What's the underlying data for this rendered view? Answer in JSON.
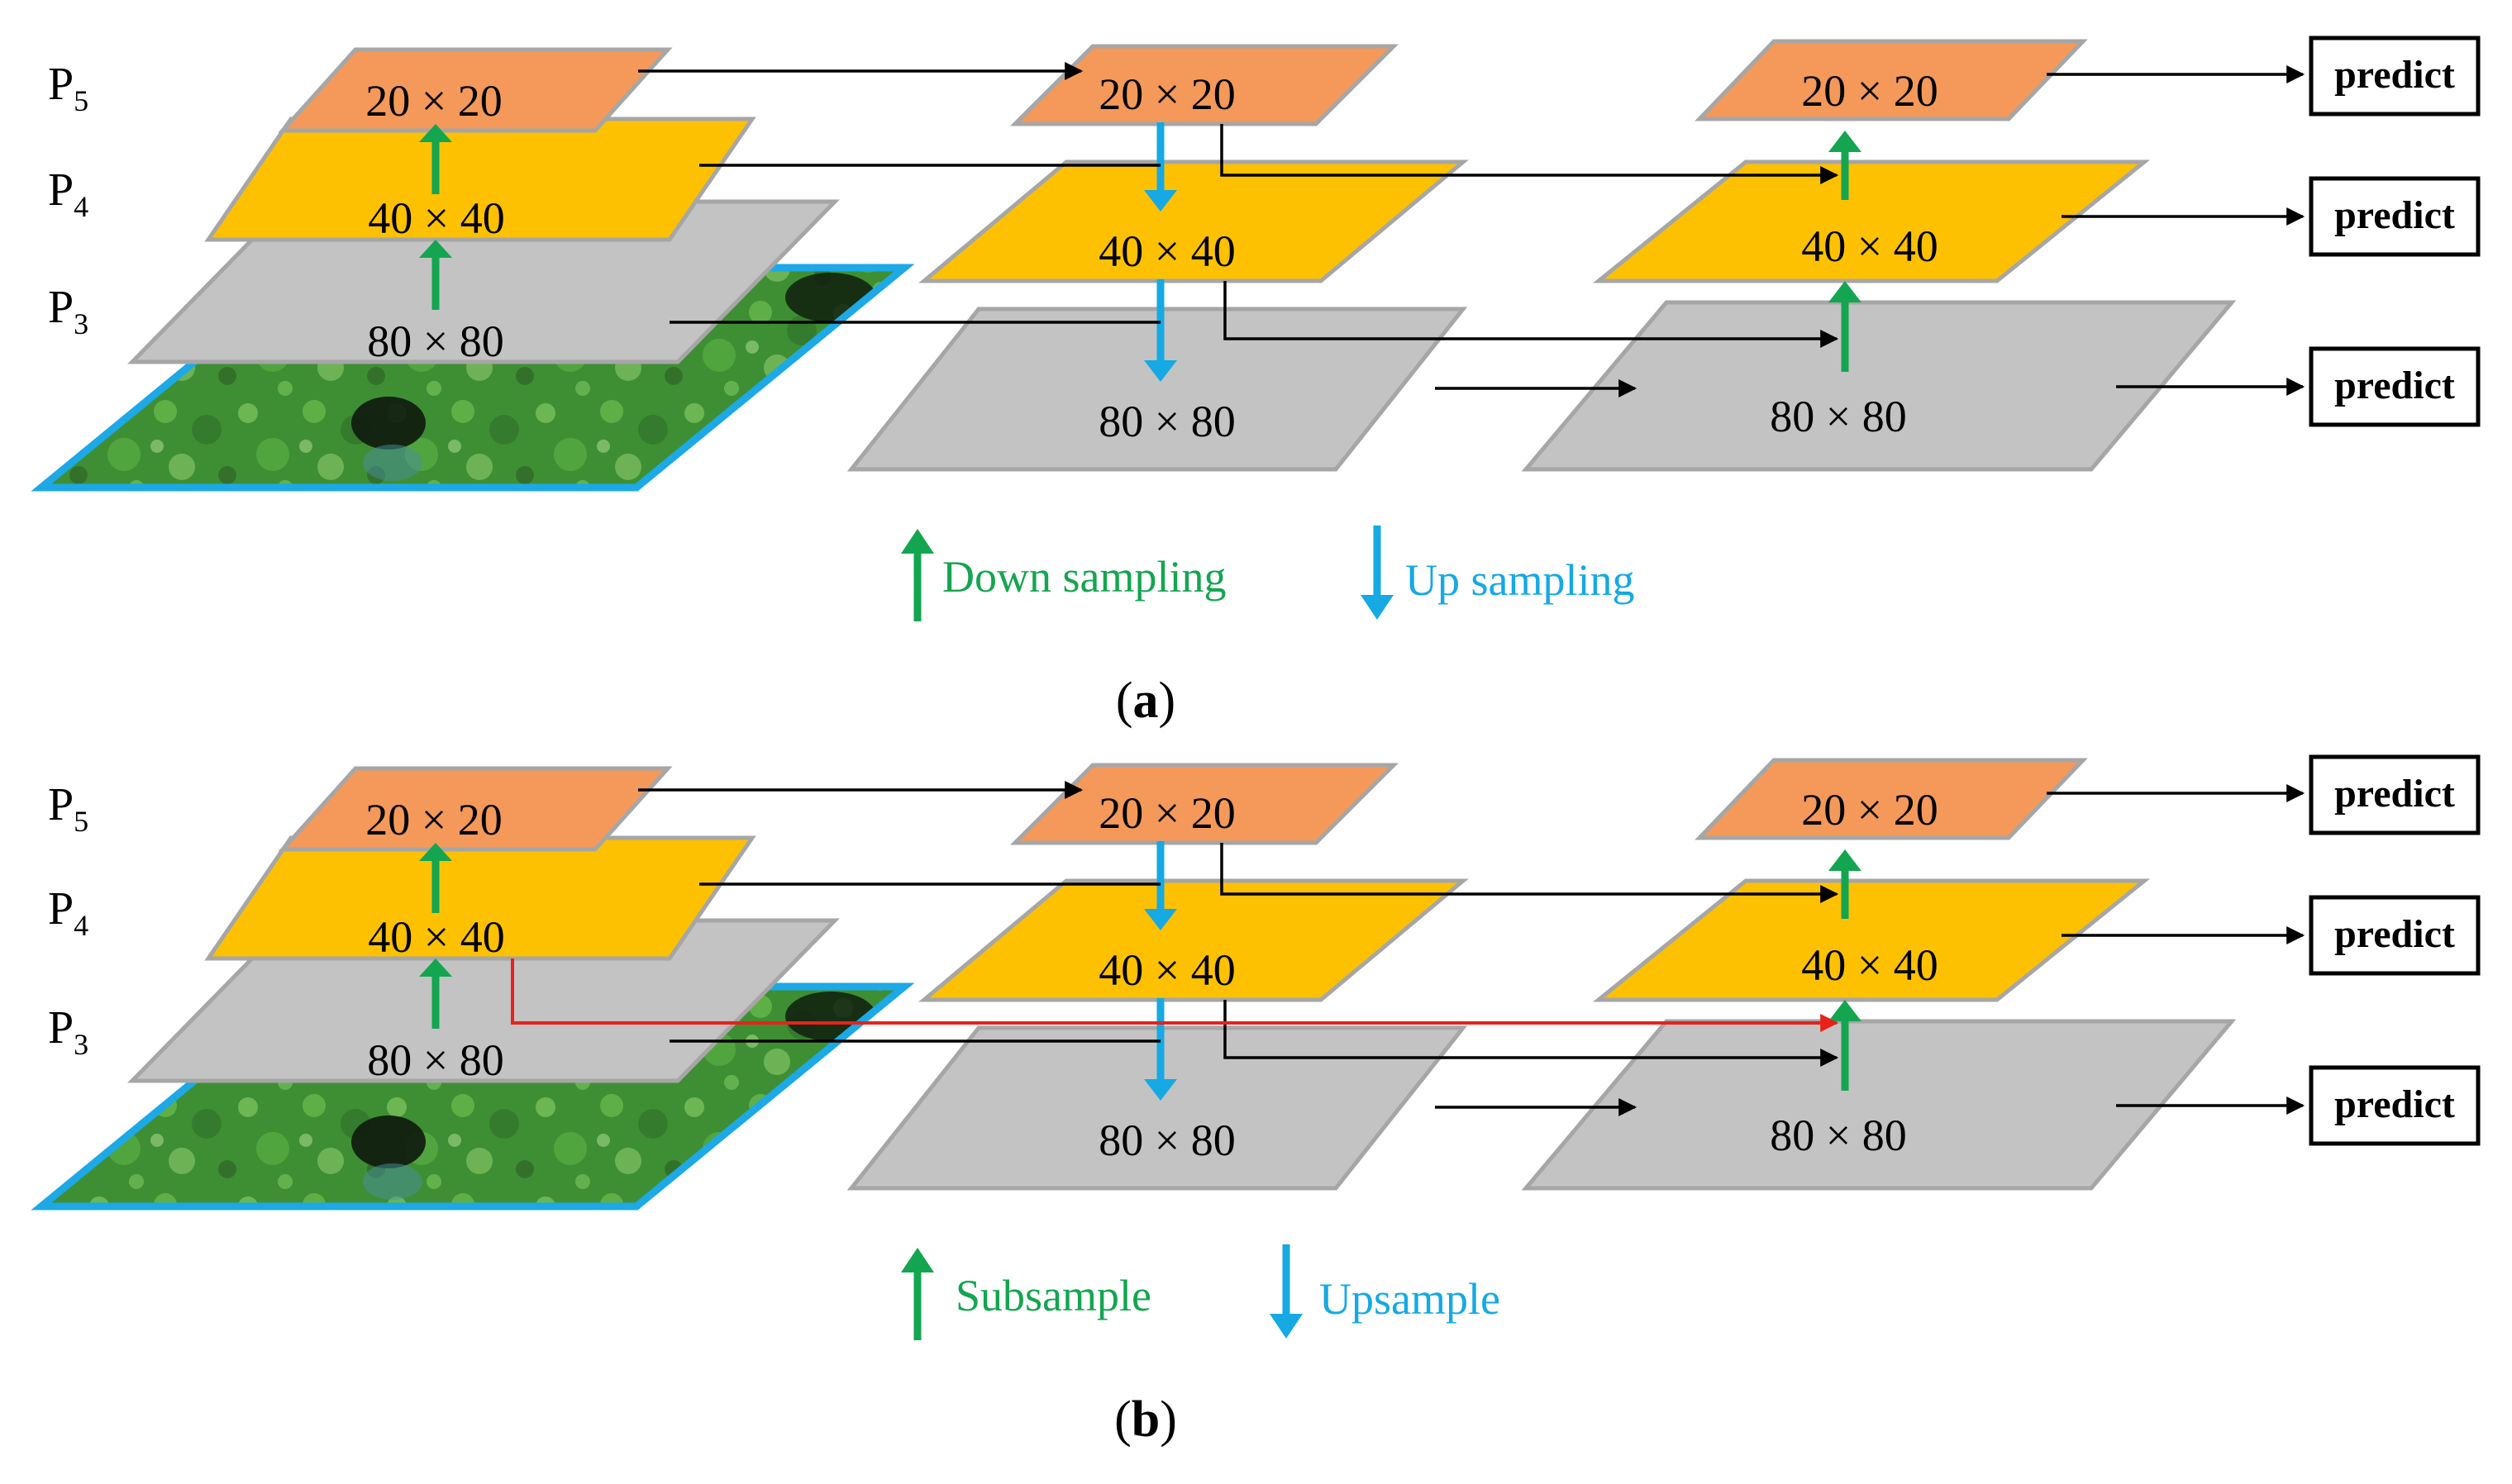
{
  "colors": {
    "p5": "#F4995A",
    "p4": "#FDC102",
    "p3": "#C3C3C3",
    "plane_border": "#A6A6A6",
    "down_arrow": "#14A550",
    "up_arrow": "#16A9E3",
    "flow_arrow": "#000000",
    "extra_arrow": "#E8221B",
    "image_border": "#1DA8E6",
    "seafloor": "#3E8F33"
  },
  "icons": [
    "green-up-arrow-icon",
    "blue-down-arrow-icon",
    "seafloor-image"
  ],
  "panels": [
    {
      "id": "a",
      "level_labels": {
        "p5": "P",
        "p5_sub": "5",
        "p4": "P",
        "p4_sub": "4",
        "p3": "P",
        "p3_sub": "3"
      },
      "backbone": {
        "p5": "20 × 20",
        "p4": "40 × 40",
        "p3": "80 × 80"
      },
      "topdown": {
        "p5": "20 × 20",
        "p4": "40 × 40",
        "p3": "80 × 80"
      },
      "bottomup": {
        "p5": "20 × 20",
        "p4": "40 × 40",
        "p3": "80 × 80"
      },
      "predict": [
        "predict",
        "predict",
        "predict"
      ],
      "legend": {
        "down": "Down sampling",
        "up": "Up sampling"
      },
      "caption": {
        "open": "(",
        "letter": "a",
        "close": ")"
      }
    },
    {
      "id": "b",
      "level_labels": {
        "p5": "P",
        "p5_sub": "5",
        "p4": "P",
        "p4_sub": "4",
        "p3": "P",
        "p3_sub": "3"
      },
      "backbone": {
        "p5": "20 × 20",
        "p4": "40 × 40",
        "p3": "80 × 80"
      },
      "topdown": {
        "p5": "20 × 20",
        "p4": "40 × 40",
        "p3": "80 × 80"
      },
      "bottomup": {
        "p5": "20 × 20",
        "p4": "40 × 40",
        "p3": "80 × 80"
      },
      "predict": [
        "predict",
        "predict",
        "predict"
      ],
      "legend": {
        "down": "Subsample",
        "up": "Upsample"
      },
      "caption": {
        "open": "(",
        "letter": "b",
        "close": ")"
      }
    }
  ]
}
